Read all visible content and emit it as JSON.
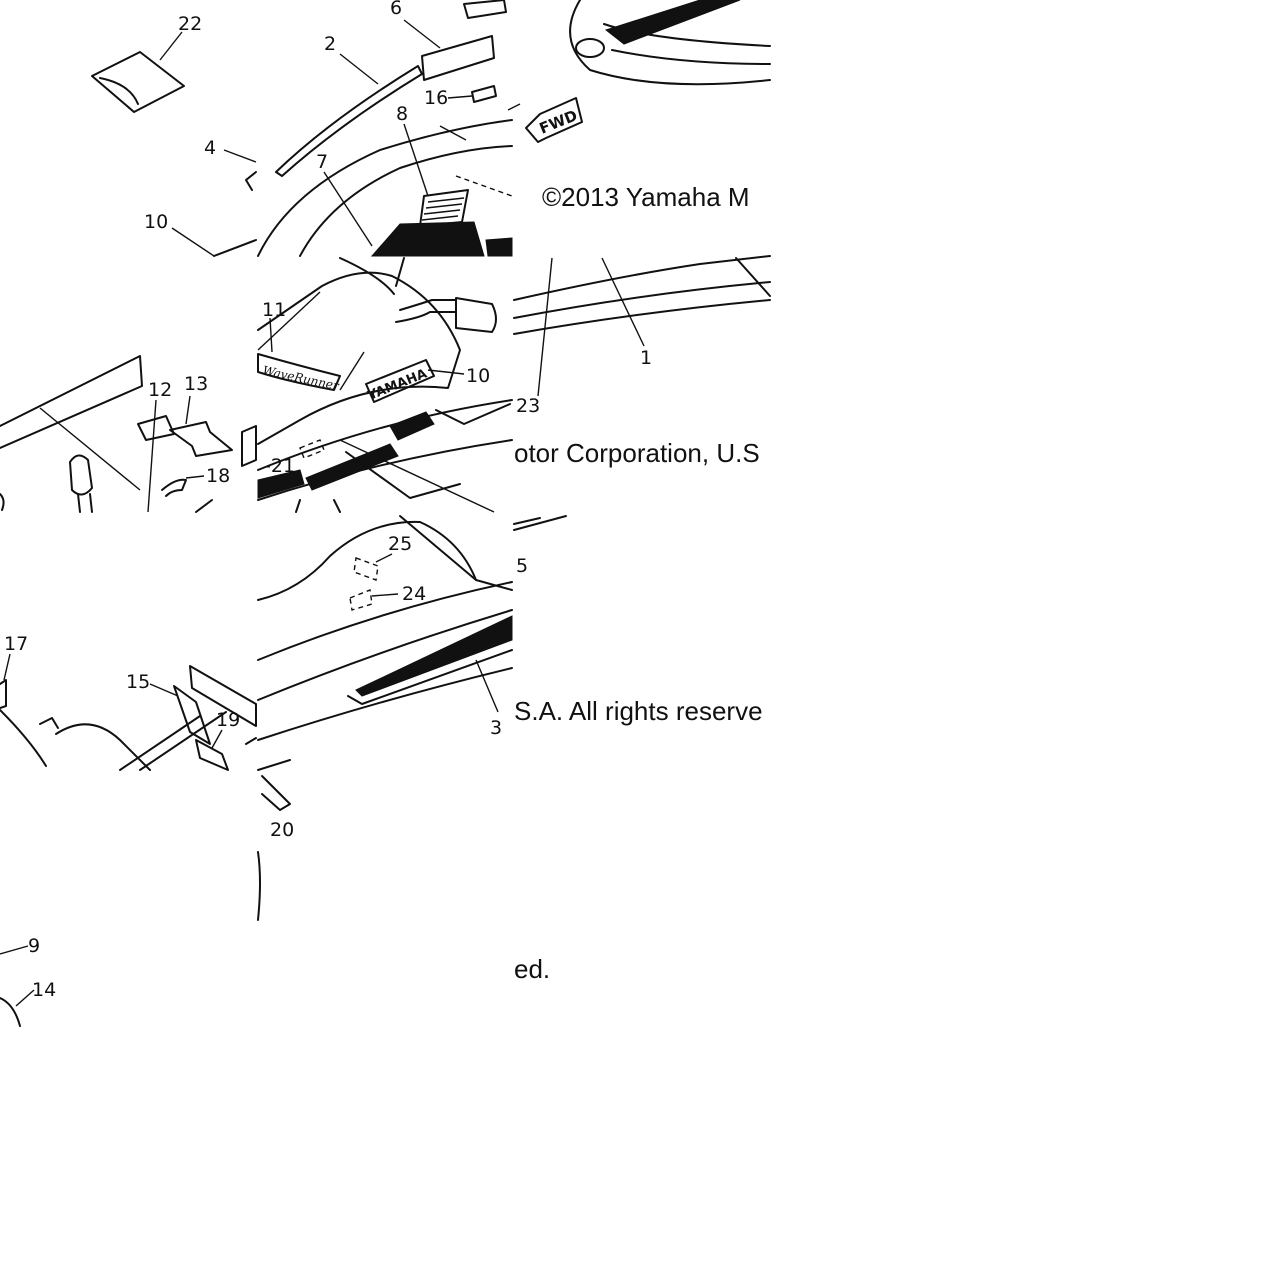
{
  "diagram": {
    "callouts": {
      "n1": "1",
      "n2": "2",
      "n3": "3",
      "n4": "4",
      "n5": "5",
      "n6": "6",
      "n7": "7",
      "n8": "8",
      "n9": "9",
      "n10a": "10",
      "n10b": "10",
      "n11": "11",
      "n12": "12",
      "n13": "13",
      "n14": "14",
      "n15": "15",
      "n16": "16",
      "n17": "17",
      "n18": "18",
      "n19": "19",
      "n20": "20",
      "n21": "-21",
      "n22": "22",
      "n23": "23",
      "n24": "24",
      "n25": "25"
    },
    "decals": {
      "fwd": "FWD",
      "brand": "YAMAHA",
      "model": "WaveRunner"
    },
    "copyright": {
      "line1": "©2013 Yamaha M",
      "line2": "otor Corporation, U.S",
      "line3": "S.A. All rights reserve",
      "line4": "ed."
    }
  }
}
